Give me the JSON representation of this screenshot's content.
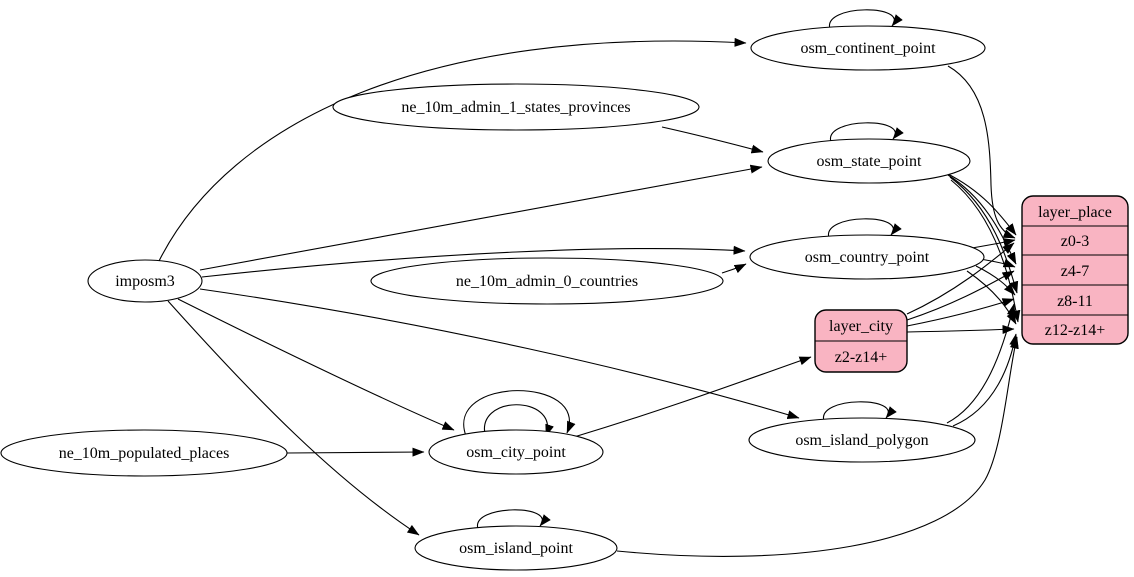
{
  "diagram": {
    "kind": "etl-dependency-graph",
    "colors": {
      "background": "#ffffff",
      "node_fill": "#ffffff",
      "record_fill": "#f9b4c2",
      "stroke": "#000000"
    },
    "nodes": {
      "imposm3": "imposm3",
      "ne_10m_admin_1_states_provinces": "ne_10m_admin_1_states_provinces",
      "ne_10m_admin_0_countries": "ne_10m_admin_0_countries",
      "ne_10m_populated_places": "ne_10m_populated_places",
      "osm_continent_point": "osm_continent_point",
      "osm_state_point": "osm_state_point",
      "osm_country_point": "osm_country_point",
      "osm_city_point": "osm_city_point",
      "osm_island_polygon": "osm_island_polygon",
      "osm_island_point": "osm_island_point"
    },
    "records": {
      "layer_city": {
        "title": "layer_city",
        "rows": [
          "z2-z14+"
        ]
      },
      "layer_place": {
        "title": "layer_place",
        "rows": [
          "z0-3",
          "z4-7",
          "z8-11",
          "z12-z14+"
        ]
      }
    },
    "edges": [
      {
        "from": "imposm3",
        "to": "osm_continent_point"
      },
      {
        "from": "imposm3",
        "to": "osm_state_point"
      },
      {
        "from": "imposm3",
        "to": "osm_country_point"
      },
      {
        "from": "imposm3",
        "to": "osm_city_point"
      },
      {
        "from": "imposm3",
        "to": "osm_island_point"
      },
      {
        "from": "imposm3",
        "to": "osm_island_polygon"
      },
      {
        "from": "ne_10m_admin_1_states_provinces",
        "to": "osm_state_point"
      },
      {
        "from": "ne_10m_admin_0_countries",
        "to": "osm_country_point"
      },
      {
        "from": "ne_10m_populated_places",
        "to": "osm_city_point"
      },
      {
        "from": "osm_continent_point",
        "to": "osm_continent_point"
      },
      {
        "from": "osm_state_point",
        "to": "osm_state_point"
      },
      {
        "from": "osm_country_point",
        "to": "osm_country_point"
      },
      {
        "from": "osm_city_point",
        "to": "osm_city_point"
      },
      {
        "from": "osm_city_point",
        "to": "osm_city_point"
      },
      {
        "from": "osm_island_polygon",
        "to": "osm_island_polygon"
      },
      {
        "from": "osm_island_point",
        "to": "osm_island_point"
      },
      {
        "from": "osm_continent_point",
        "to": "layer_place:z0-3"
      },
      {
        "from": "osm_state_point",
        "to": "layer_place:z0-3"
      },
      {
        "from": "osm_state_point",
        "to": "layer_place:z4-7"
      },
      {
        "from": "osm_state_point",
        "to": "layer_place:z8-11"
      },
      {
        "from": "osm_state_point",
        "to": "layer_place:z12-z14+"
      },
      {
        "from": "osm_country_point",
        "to": "layer_place:z0-3"
      },
      {
        "from": "osm_country_point",
        "to": "layer_place:z4-7"
      },
      {
        "from": "osm_country_point",
        "to": "layer_place:z8-11"
      },
      {
        "from": "osm_country_point",
        "to": "layer_place:z12-z14+"
      },
      {
        "from": "osm_city_point",
        "to": "layer_city:z2-z14+"
      },
      {
        "from": "layer_city:z2-z14+",
        "to": "layer_place:z0-3"
      },
      {
        "from": "layer_city:z2-z14+",
        "to": "layer_place:z4-7"
      },
      {
        "from": "layer_city:z2-z14+",
        "to": "layer_place:z8-11"
      },
      {
        "from": "layer_city:z2-z14+",
        "to": "layer_place:z12-z14+"
      },
      {
        "from": "osm_island_polygon",
        "to": "layer_place:z8-11"
      },
      {
        "from": "osm_island_polygon",
        "to": "layer_place:z12-z14+"
      },
      {
        "from": "osm_island_point",
        "to": "layer_place:z12-z14+"
      }
    ]
  }
}
